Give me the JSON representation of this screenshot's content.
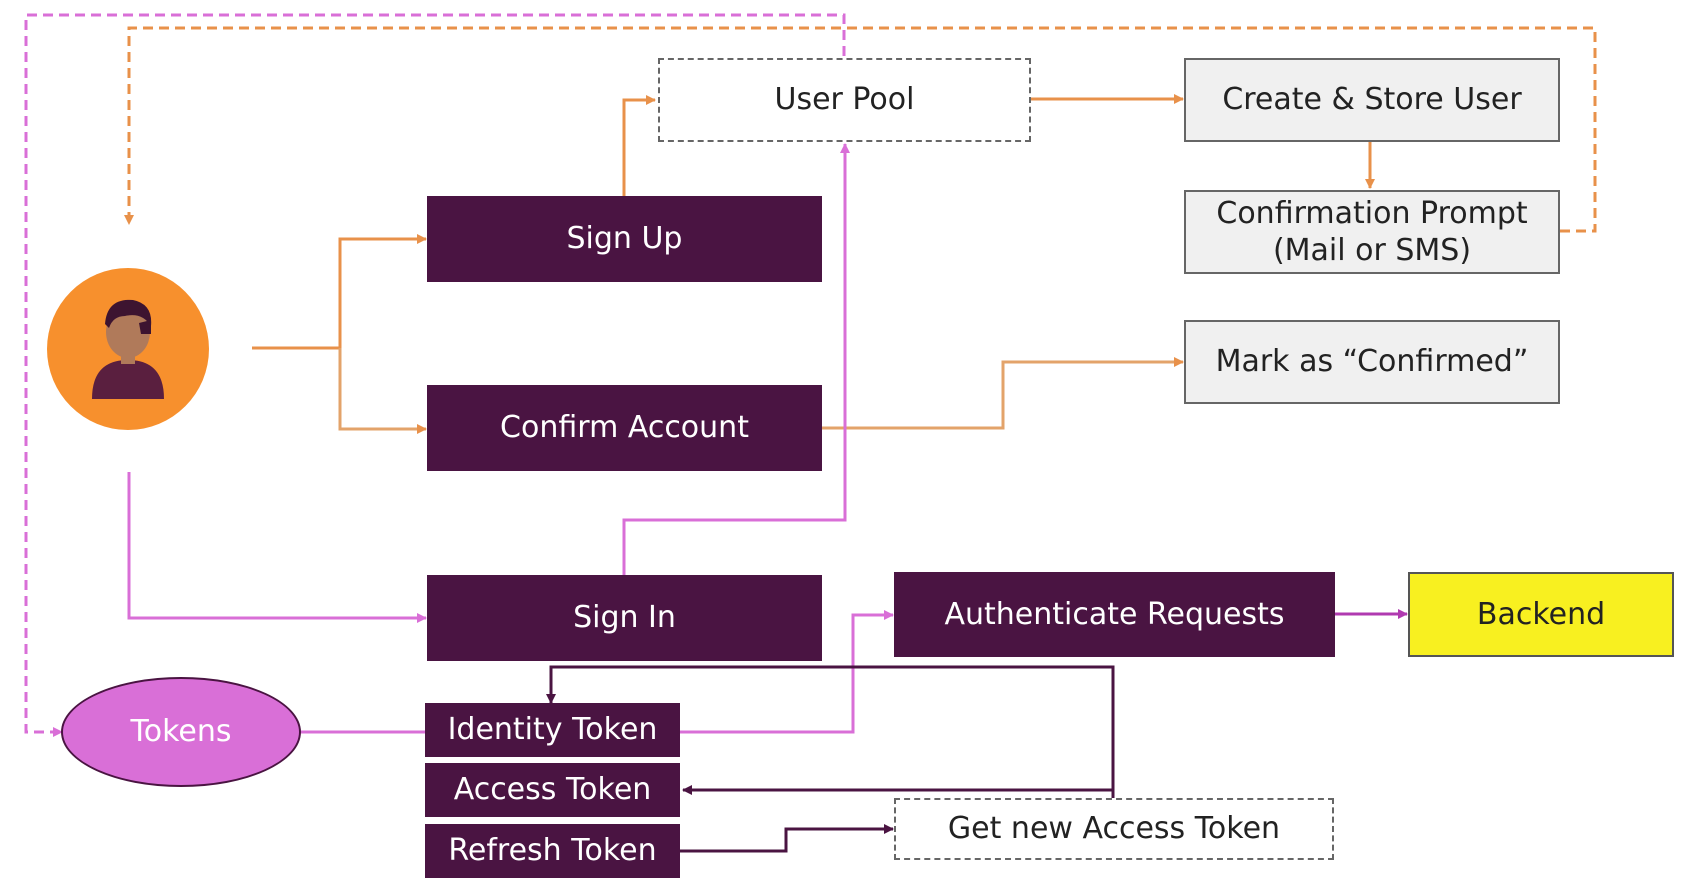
{
  "nodes": {
    "user_pool": "User Pool",
    "create_store_user": "Create & Store User",
    "confirmation_prompt_line1": "Confirmation Prompt",
    "confirmation_prompt_line2": "(Mail or SMS)",
    "mark_confirmed": "Mark as “Confirmed”",
    "sign_up": "Sign Up",
    "confirm_account": "Confirm Account",
    "sign_in": "Sign In",
    "authenticate_requests": "Authenticate Requests",
    "backend": "Backend",
    "tokens": "Tokens",
    "identity_token": "Identity Token",
    "access_token": "Access Token",
    "refresh_token": "Refresh Token",
    "get_new_access_token": "Get new Access Token"
  },
  "icons": {
    "user": "user-avatar-icon"
  },
  "colors": {
    "orange": "#e8914a",
    "orange_light": "#e3a36a",
    "pink": "#d96fd7",
    "dark_purple": "#4a1442",
    "magenta": "#b03ab0",
    "backend_yellow": "#f8f020",
    "avatar_orange": "#f7902d"
  }
}
